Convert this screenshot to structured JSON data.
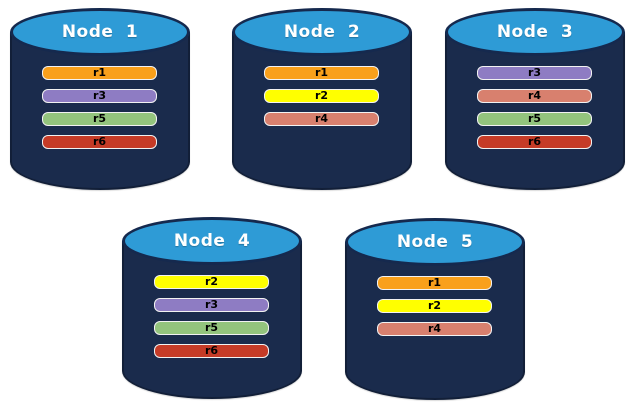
{
  "colors": {
    "background": "#ffffff",
    "cap_fill": "#2E9BD6",
    "cap_stroke": "#15294E",
    "body_fill": "#1A2B4C",
    "body_stroke": "#121F38",
    "bar_border": "#F2F2F2",
    "bar_text": "#000000",
    "title_text": "#FFFFFF",
    "replicas": {
      "r1": "#F9A01B",
      "r2": "#FFFF00",
      "r3": "#8E7CC3",
      "r4": "#D8806E",
      "r5": "#93C47D",
      "r6": "#C53B27"
    }
  },
  "nodes": [
    {
      "title": "Node 1",
      "replicas": [
        "r1",
        "r3",
        "r5",
        "r6"
      ]
    },
    {
      "title": "Node 2",
      "replicas": [
        "r1",
        "r2",
        "r4"
      ]
    },
    {
      "title": "Node 3",
      "replicas": [
        "r3",
        "r4",
        "r5",
        "r6"
      ]
    },
    {
      "title": "Node 4",
      "replicas": [
        "r2",
        "r3",
        "r5",
        "r6"
      ]
    },
    {
      "title": "Node 5",
      "replicas": [
        "r1",
        "r2",
        "r4"
      ]
    }
  ]
}
